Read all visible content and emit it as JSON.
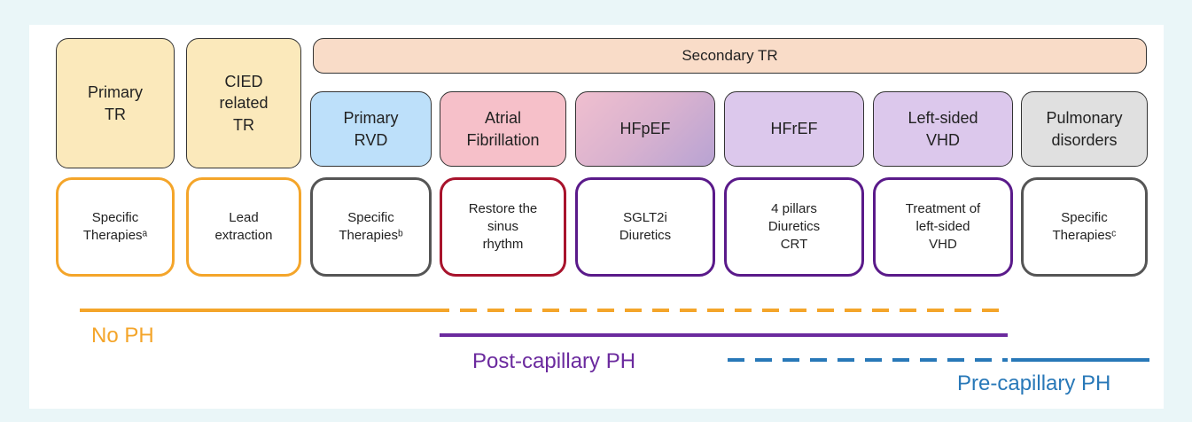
{
  "banner": "Secondary TR",
  "headers": {
    "primary_tr": "Primary\nTR",
    "cied": "CIED\nrelated\nTR",
    "primary_rvd": "Primary\nRVD",
    "af": "Atrial\nFibrillation",
    "hfpef": "HFpEF",
    "hfref": "HFrEF",
    "lsvhd": "Left-sided\nVHD",
    "pulm": "Pulmonary\ndisorders"
  },
  "therapies": {
    "primary_tr": "Specific\nTherapiesᵃ",
    "cied": "Lead\nextraction",
    "primary_rvd": "Specific\nTherapiesᵇ",
    "af": "Restore the\nsinus\nrhythm",
    "hfpef": "SGLT2i\nDiuretics",
    "hfref": "4 pillars\nDiuretics\nCRT",
    "lsvhd": "Treatment of\nleft-sided\nVHD",
    "pulm": "Specific\nTherapiesᶜ"
  },
  "ph_labels": {
    "no_ph": "No PH",
    "post": "Post-capillary PH",
    "pre": "Pre-capillary PH"
  },
  "colors": {
    "orange": "#f4a52a",
    "purple": "#6b2a9e",
    "blue": "#2878b8",
    "header_yellow": "#fbe9bb",
    "header_blue": "#bde0fa",
    "header_pink": "#f6c0c9",
    "header_lavender": "#dcc8ec",
    "header_grey": "#e0e0e0"
  }
}
